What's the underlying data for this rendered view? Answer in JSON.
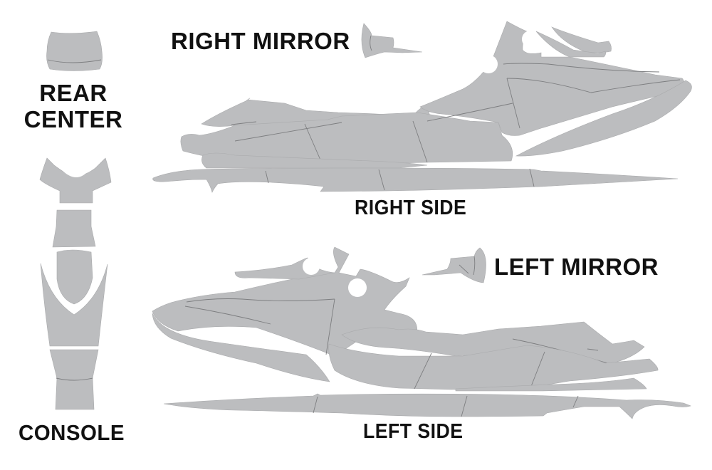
{
  "diagram": {
    "type": "decal-kit-template",
    "background": "#ffffff",
    "piece_color": "#bcbdbf",
    "label_color": "#111111",
    "labels": {
      "rear_center": "REAR CENTER",
      "rear_line1": "REAR",
      "rear_line2": "CENTER",
      "right_mirror": "RIGHT MIRROR",
      "right_side": "RIGHT SIDE",
      "left_mirror": "LEFT MIRROR",
      "console": "CONSOLE",
      "left_side": "LEFT SIDE"
    },
    "groups": [
      {
        "id": "rear-center",
        "label": "REAR CENTER",
        "pieces": 1
      },
      {
        "id": "right-mirror",
        "label": "RIGHT MIRROR",
        "pieces": 1
      },
      {
        "id": "right-side",
        "label": "RIGHT SIDE",
        "pieces": 8
      },
      {
        "id": "console",
        "label": "CONSOLE",
        "pieces": 5
      },
      {
        "id": "left-mirror",
        "label": "LEFT MIRROR",
        "pieces": 1
      },
      {
        "id": "left-side",
        "label": "LEFT SIDE",
        "pieces": 8
      }
    ]
  }
}
